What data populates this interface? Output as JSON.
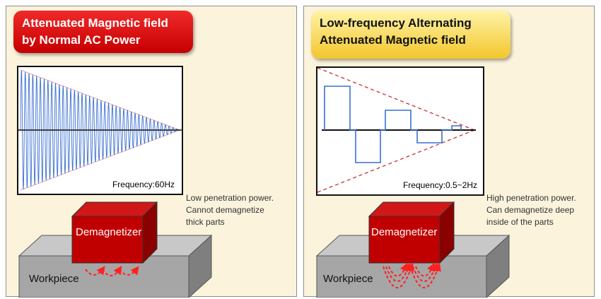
{
  "left_panel": {
    "title_line1": "Attenuated Magnetic field",
    "title_line2": "by Normal AC Power",
    "frequency": "Frequency:60Hz",
    "note_line1": "Low penetration power.",
    "note_line2": "Cannot demagnetize",
    "note_line3": "thick parts",
    "demagnetizer": "Demagnetizer",
    "workpiece": "Workpiece"
  },
  "right_panel": {
    "title_line1": "Low-frequency Alternating",
    "title_line2": "Attenuated Magnetic field",
    "frequency": "Frequency:0.5~2Hz",
    "note_line1": "High penetration power.",
    "note_line2": "Can demagnetize deep",
    "note_line3": "inside of the parts",
    "demagnetizer": "Demagnetizer",
    "workpiece": "Workpiece"
  },
  "colors": {
    "red_title": "#dd1010",
    "yellow_title": "#f5d650",
    "panel_bg": "#fbf3dc",
    "wave_blue": "#3a6fd0",
    "envelope_red": "#c83030",
    "demagnetizer_red": "#c00000",
    "workpiece_gray": "#a6a6a6",
    "field_line_red": "#ff2020"
  }
}
